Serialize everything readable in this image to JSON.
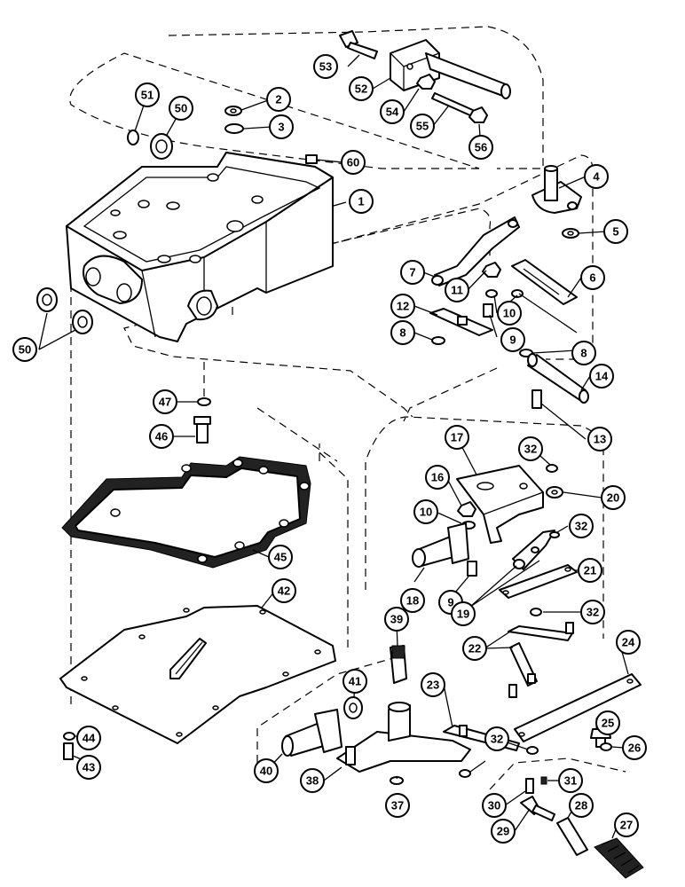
{
  "diagram": {
    "callouts": [
      {
        "id": "1",
        "label": "1"
      },
      {
        "id": "2",
        "label": "2"
      },
      {
        "id": "3",
        "label": "3"
      },
      {
        "id": "4",
        "label": "4"
      },
      {
        "id": "5",
        "label": "5"
      },
      {
        "id": "6",
        "label": "6"
      },
      {
        "id": "7",
        "label": "7"
      },
      {
        "id": "8a",
        "label": "8"
      },
      {
        "id": "8b",
        "label": "8"
      },
      {
        "id": "9a",
        "label": "9"
      },
      {
        "id": "9b",
        "label": "9"
      },
      {
        "id": "10a",
        "label": "10"
      },
      {
        "id": "10b",
        "label": "10"
      },
      {
        "id": "11",
        "label": "11"
      },
      {
        "id": "12",
        "label": "12"
      },
      {
        "id": "13",
        "label": "13"
      },
      {
        "id": "14",
        "label": "14"
      },
      {
        "id": "16",
        "label": "16"
      },
      {
        "id": "17",
        "label": "17"
      },
      {
        "id": "18",
        "label": "18"
      },
      {
        "id": "19",
        "label": "19"
      },
      {
        "id": "20",
        "label": "20"
      },
      {
        "id": "21",
        "label": "21"
      },
      {
        "id": "22",
        "label": "22"
      },
      {
        "id": "23",
        "label": "23"
      },
      {
        "id": "24",
        "label": "24"
      },
      {
        "id": "25",
        "label": "25"
      },
      {
        "id": "26",
        "label": "26"
      },
      {
        "id": "27",
        "label": "27"
      },
      {
        "id": "28",
        "label": "28"
      },
      {
        "id": "29",
        "label": "29"
      },
      {
        "id": "30",
        "label": "30"
      },
      {
        "id": "31",
        "label": "31"
      },
      {
        "id": "32a",
        "label": "32"
      },
      {
        "id": "32b",
        "label": "32"
      },
      {
        "id": "32c",
        "label": "32"
      },
      {
        "id": "32d",
        "label": "32"
      },
      {
        "id": "37",
        "label": "37"
      },
      {
        "id": "38",
        "label": "38"
      },
      {
        "id": "39",
        "label": "39"
      },
      {
        "id": "40",
        "label": "40"
      },
      {
        "id": "41",
        "label": "41"
      },
      {
        "id": "42",
        "label": "42"
      },
      {
        "id": "43",
        "label": "43"
      },
      {
        "id": "44",
        "label": "44"
      },
      {
        "id": "45",
        "label": "45"
      },
      {
        "id": "46",
        "label": "46"
      },
      {
        "id": "47",
        "label": "47"
      },
      {
        "id": "50a",
        "label": "50"
      },
      {
        "id": "50b",
        "label": "50"
      },
      {
        "id": "51",
        "label": "51"
      },
      {
        "id": "52",
        "label": "52"
      },
      {
        "id": "53",
        "label": "53"
      },
      {
        "id": "54",
        "label": "54"
      },
      {
        "id": "55",
        "label": "55"
      },
      {
        "id": "56",
        "label": "56"
      },
      {
        "id": "60",
        "label": "60"
      }
    ]
  }
}
